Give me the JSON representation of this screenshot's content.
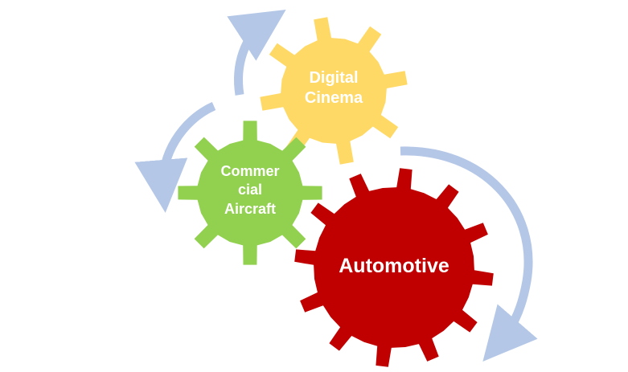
{
  "gears": [
    {
      "id": "digital-cinema",
      "line1": "Digital",
      "line2": "Cinema",
      "color": "#FFD966"
    },
    {
      "id": "commercial-aircraft",
      "line1": "Commer",
      "line2": "cial",
      "line3": "Aircraft",
      "color": "#92D050"
    },
    {
      "id": "automotive",
      "line1": "Automotive",
      "color": "#C00000"
    }
  ],
  "arrow_color": "#B4C7E7"
}
